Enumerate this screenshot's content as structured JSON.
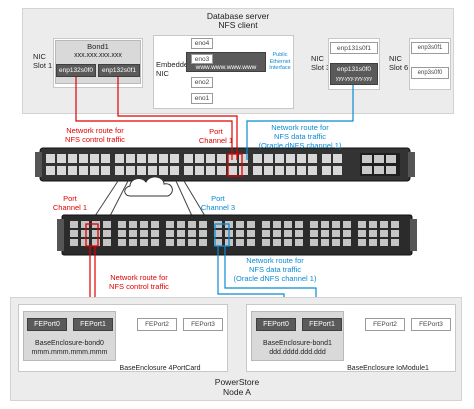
{
  "server": {
    "title_line1": "Database server",
    "title_line2": "NFS client",
    "nic_slot1": {
      "label_line1": "NIC",
      "label_line2": "Slot 1"
    },
    "bond1": {
      "name": "Bond1",
      "address": "xxx.xxx.xxx.xxx",
      "ports": [
        "enp132s0f0",
        "enp132s0f1"
      ]
    },
    "embedded_nic": {
      "label_line1": "Embedded",
      "label_line2": "NIC",
      "ports": [
        "eno4",
        "eno3",
        "eno2",
        "eno1"
      ],
      "address": "www.www.www.www"
    },
    "public_interface": {
      "line1": "Public",
      "line2": "Ethernet",
      "line3": "Interface"
    },
    "nic_slot3": {
      "label_line1": "NIC",
      "label_line2": "Slot 3",
      "ports": [
        "enp131s0f1",
        "enp131s0f0"
      ],
      "address": "yyy.yyy.yyy.yyy"
    },
    "nic_slot6": {
      "label_line1": "NIC",
      "label_line2": "Slot 6",
      "ports": [
        "enp3s0f1",
        "enp3s0f0"
      ]
    }
  },
  "annotations": {
    "route_control_top": {
      "line1": "Network route for",
      "line2": "NFS control traffic"
    },
    "port_channel1_top": {
      "line1": "Port",
      "line2": "Channel 1"
    },
    "route_data_top": {
      "line1": "Network route for",
      "line2": "NFS data traffic",
      "line3": "(Oracle dNFS channel 1)"
    },
    "port_channel1_bottom": {
      "line1": "Port",
      "line2": "Channel 1"
    },
    "port_channel3_bottom": {
      "line1": "Port",
      "line2": "Channel 3"
    },
    "route_data_bottom": {
      "line1": "Network route for",
      "line2": "NFS data traffic",
      "line3": "(Oracle dNFS channel 1)"
    },
    "route_control_bottom": {
      "line1": "Network route for",
      "line2": "NFS control traffic"
    }
  },
  "powerstore": {
    "title_line1": "PowerStore",
    "title_line2": "Node A",
    "left_card": {
      "ports": [
        "FEPort0",
        "FEPort1",
        "FEPort2",
        "FEPort3"
      ],
      "bond_name": "BaseEnclosure-bond0",
      "bond_address": "mmm.mmm.mmm.mmm",
      "card_label": "BaseEnclosure 4PortCard"
    },
    "right_card": {
      "ports": [
        "FEPort0",
        "FEPort1",
        "FEPort2",
        "FEPort3"
      ],
      "bond_name": "BaseEnclosure-bond1",
      "bond_address": "ddd.dddd.ddd.ddd",
      "card_label": "BaseEnclosure IoModule1"
    }
  },
  "colors": {
    "control_route": "#e00000",
    "data_route": "#0a8bd3",
    "panel": "#ececec",
    "switch_body": "#2f2f2f"
  }
}
